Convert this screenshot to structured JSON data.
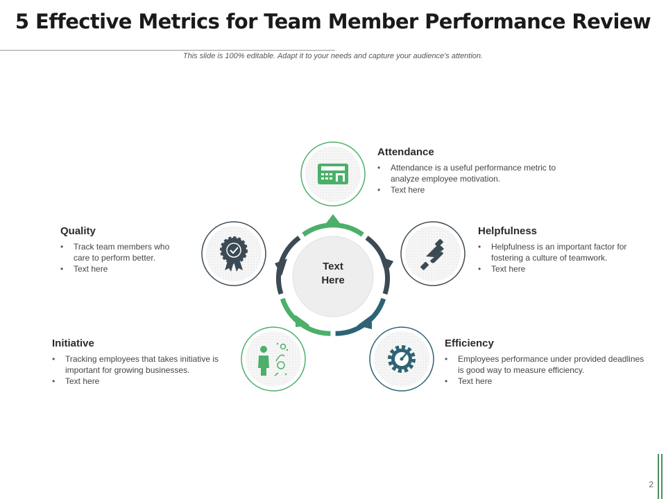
{
  "slide": {
    "title": "5 Effective Metrics for Team Member Performance Review",
    "subtitle": "This slide is 100% editable. Adapt it to your needs and capture your audience's attention.",
    "page_number": "2"
  },
  "center": {
    "line1": "Text",
    "line2": "Here"
  },
  "metrics": [
    {
      "title": "Attendance",
      "icon": "time-clock-icon",
      "color": "#4caf6a",
      "bullets": [
        "Attendance is a useful performance metric to analyze employee motivation.",
        "Text here"
      ]
    },
    {
      "title": "Helpfulness",
      "icon": "handshake-icon",
      "color": "#3c4a55",
      "bullets": [
        "Helpfulness is an important factor for fostering a culture of teamwork.",
        "Text here"
      ]
    },
    {
      "title": "Efficiency",
      "icon": "gear-gauge-icon",
      "color": "#2d6375",
      "bullets": [
        "Employees performance under provided deadlines is good way to measure efficiency.",
        "Text here"
      ]
    },
    {
      "title": "Initiative",
      "icon": "idea-person-icon",
      "color": "#4caf6a",
      "bullets": [
        "Tracking employees that takes initiative is important for growing businesses.",
        "Text here"
      ]
    },
    {
      "title": "Quality",
      "icon": "award-badge-icon",
      "color": "#3c4a55",
      "bullets": [
        "Track team members who care to perform better.",
        "Text here"
      ]
    }
  ],
  "colors": {
    "green": "#4caf6a",
    "dark": "#3c4a55",
    "teal": "#2d6375",
    "ring_fill": "#f0f0f0"
  }
}
